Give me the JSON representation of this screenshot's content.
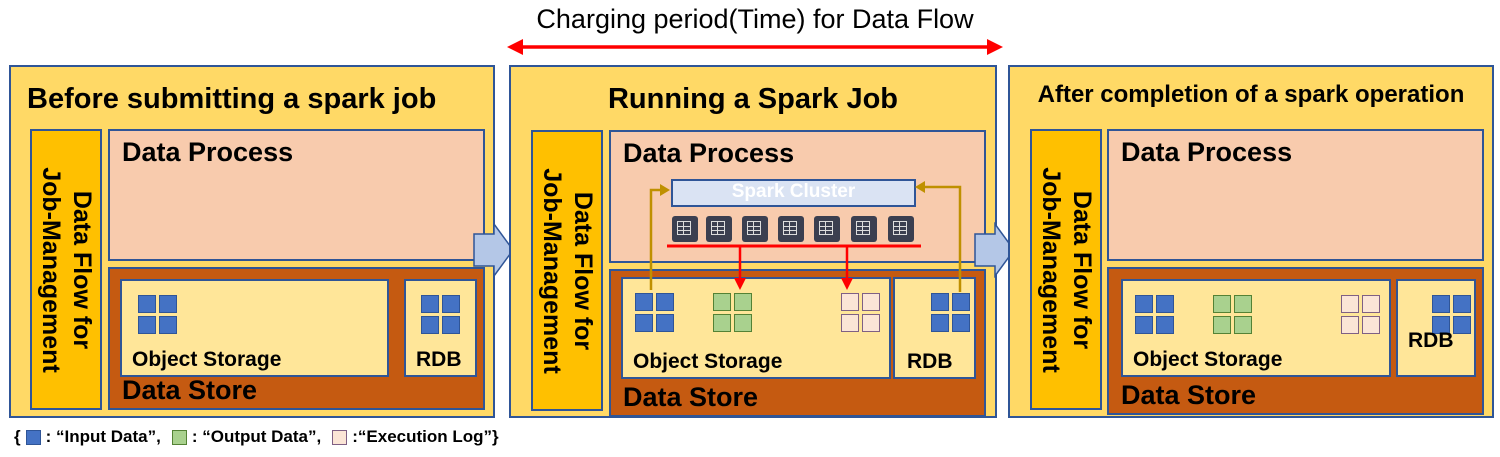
{
  "header": {
    "charging_label": "Charging period(Time) for Data Flow"
  },
  "panels": [
    {
      "title": "Before submitting a spark job",
      "sidebar_line1": "Data Flow for",
      "sidebar_line2": "Job-Management",
      "process_title": "Data Process",
      "store_title": "Data Store",
      "object_storage_label": "Object Storage",
      "rdb_label": "RDB"
    },
    {
      "title": "Running a Spark Job",
      "sidebar_line1": "Data Flow for",
      "sidebar_line2": "Job-Management",
      "process_title": "Data Process",
      "cluster_label": "Spark Cluster",
      "store_title": "Data Store",
      "object_storage_label": "Object Storage",
      "rdb_label": "RDB"
    },
    {
      "title": "After completion of a spark operation",
      "sidebar_line1": "Data Flow for",
      "sidebar_line2": "Job-Management",
      "process_title": "Data Process",
      "store_title": "Data Store",
      "object_storage_label": "Object Storage",
      "rdb_label": "RDB"
    }
  ],
  "legend": {
    "open": "{",
    "input_label": ": “Input Data”,",
    "output_label": ": “Output Data”,",
    "log_label": ":“Execution Log”}"
  },
  "colors": {
    "panel_bg": "#FFD966",
    "sidebar_bg": "#FFC000",
    "process_bg": "#F8CBAD",
    "store_bg": "#C55A11",
    "input_data": "#4472C4",
    "output_data": "#A9D18E",
    "execution_log": "#FBE5D6",
    "charging_arrow": "#FF0000",
    "flow_arrow": "#BF9000"
  }
}
